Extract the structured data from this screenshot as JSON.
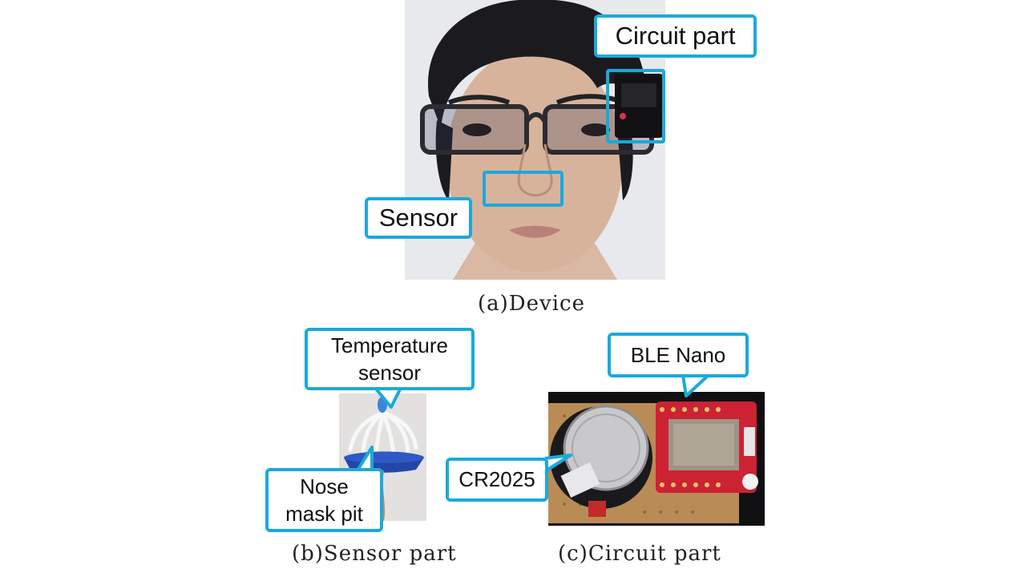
{
  "figure": {
    "device": {
      "caption": "(a)Device",
      "callouts": {
        "circuit": "Circuit part",
        "sensor": "Sensor"
      }
    },
    "sensor_part": {
      "caption": "(b)Sensor part",
      "callouts": {
        "temperature_line1": "Temperature",
        "temperature_line2": "sensor",
        "nose_line1": "Nose",
        "nose_line2": "mask pit"
      }
    },
    "circuit_part": {
      "caption": "(c)Circuit part",
      "callouts": {
        "ble": "BLE Nano",
        "battery": "CR2025"
      }
    }
  },
  "colors": {
    "accent": "#1aa9dc"
  }
}
